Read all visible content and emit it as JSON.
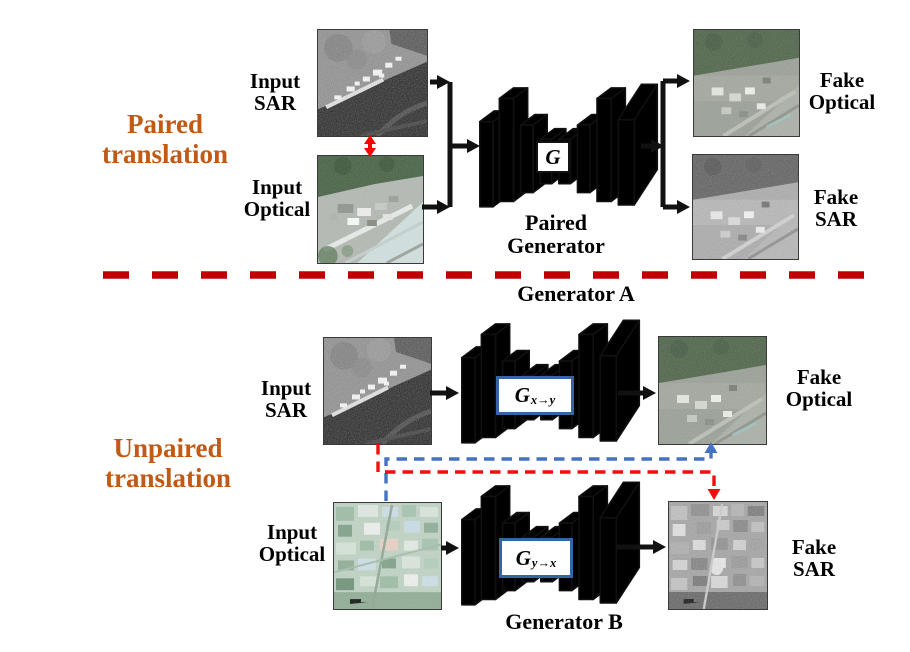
{
  "figure": {
    "paired_section": {
      "heading_lines": [
        "Paired",
        "translation"
      ],
      "input_sar_lines": [
        "Input",
        "SAR"
      ],
      "input_optical_lines": [
        "Input",
        "Optical"
      ],
      "generator_label": "G",
      "generator_caption_lines": [
        "Paired",
        "Generator"
      ],
      "fake_optical_lines": [
        "Fake",
        "Optical"
      ],
      "fake_sar_lines": [
        "Fake",
        "SAR"
      ]
    },
    "unpaired_section": {
      "heading_lines": [
        "Unpaired",
        "translation"
      ],
      "generator_a_caption": "Generator A",
      "generator_b_caption": "Generator B",
      "generator_a_label": {
        "base": "G",
        "sub": "x→y"
      },
      "generator_b_label": {
        "base": "G",
        "sub": "y→x"
      },
      "input_sar_lines": [
        "Input",
        "SAR"
      ],
      "input_optical_lines": [
        "Input",
        "Optical"
      ],
      "fake_optical_lines": [
        "Fake",
        "Optical"
      ],
      "fake_sar_lines": [
        "Fake",
        "SAR"
      ]
    }
  },
  "colors": {
    "heading_orange": "#C05A14",
    "divider_red": "#C00000",
    "cycle_red": "#F50D0D",
    "cycle_blue": "#4472C4",
    "arrow_black": "#111111",
    "paired_gen_fill": "#F5AF7D",
    "gen_a_fill": "#A9CBE5",
    "gen_b_fill": "#C9DCB2",
    "label_box_blue": "#3465A8"
  }
}
